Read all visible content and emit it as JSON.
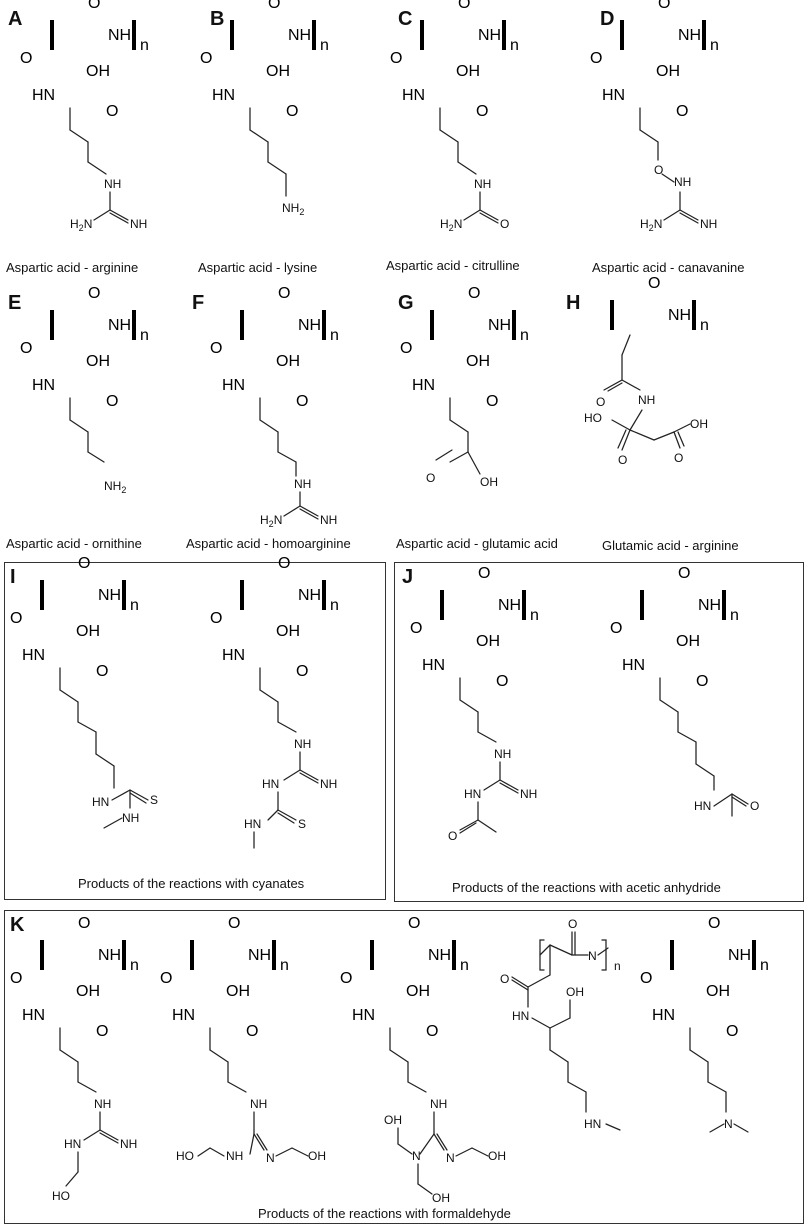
{
  "panels": {
    "A": {
      "letter": "A",
      "caption": "Aspartic acid - arginine"
    },
    "B": {
      "letter": "B",
      "caption": "Aspartic acid - lysine"
    },
    "C": {
      "letter": "C",
      "caption": "Aspartic acid - citrulline"
    },
    "D": {
      "letter": "D",
      "caption": "Aspartic acid - canavanine"
    },
    "E": {
      "letter": "E",
      "caption": "Aspartic acid - ornithine"
    },
    "F": {
      "letter": "F",
      "caption": "Aspartic acid - homoarginine"
    },
    "G": {
      "letter": "G",
      "caption": "Aspartic acid - glutamic acid"
    },
    "H": {
      "letter": "H",
      "caption": "Glutamic acid - arginine"
    },
    "I": {
      "letter": "I",
      "caption": "Products of the reactions with cyanates"
    },
    "J": {
      "letter": "J",
      "caption": "Products of the reactions with acetic anhydride"
    },
    "K": {
      "letter": "K",
      "caption": "Products of the reactions with formaldehyde"
    }
  },
  "atoms": {
    "nh": "NH",
    "hn": "HN",
    "oh": "OH",
    "ho": "HO",
    "o": "O",
    "n": "N",
    "s": "S",
    "h2n": "H",
    "nh2": "NH",
    "sub2": "2",
    "rep": "n"
  }
}
